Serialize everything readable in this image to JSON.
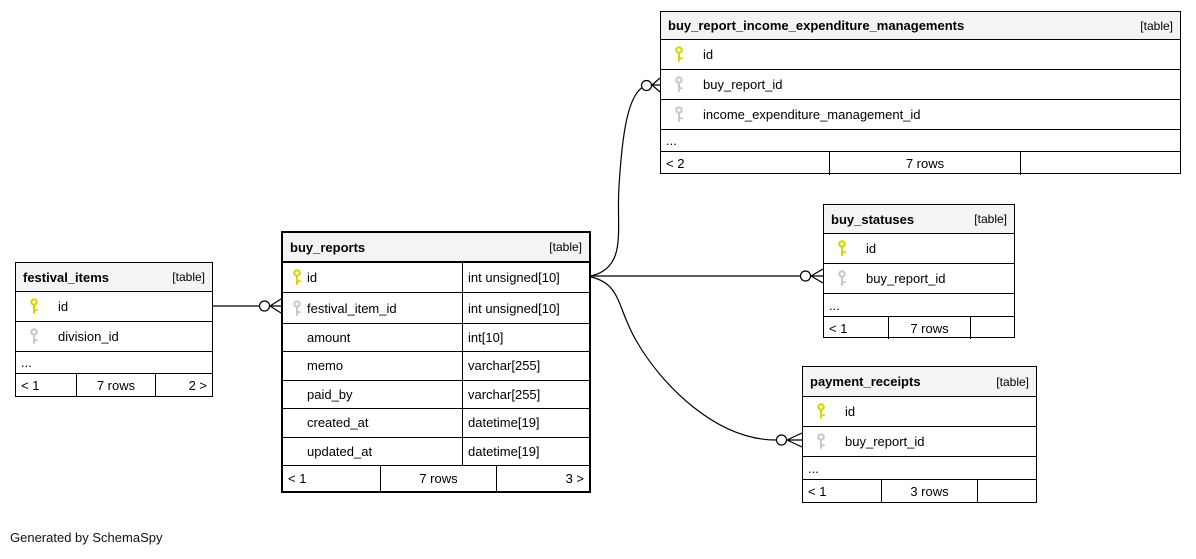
{
  "app": {
    "generator_note": "Generated by SchemaSpy"
  },
  "colors": {
    "primary_key": "#d6d600",
    "foreign_key": "#c9c9c9",
    "header_bg": "#f4f4f4",
    "border": "#000000",
    "background": "#ffffff"
  },
  "tables": [
    {
      "name": "buy_report_income_expenditure_managements",
      "tag": "[table]",
      "columns": [
        {
          "name": "id",
          "key": "primary"
        },
        {
          "name": "buy_report_id",
          "key": "foreign"
        },
        {
          "name": "income_expenditure_management_id",
          "key": "foreign"
        }
      ],
      "ellipsis": "...",
      "footer": {
        "left": "< 2",
        "center": "7 rows",
        "right": ""
      }
    },
    {
      "name": "buy_statuses",
      "tag": "[table]",
      "columns": [
        {
          "name": "id",
          "key": "primary"
        },
        {
          "name": "buy_report_id",
          "key": "foreign"
        }
      ],
      "ellipsis": "...",
      "footer": {
        "left": "< 1",
        "center": "7 rows",
        "right": ""
      }
    },
    {
      "name": "payment_receipts",
      "tag": "[table]",
      "columns": [
        {
          "name": "id",
          "key": "primary"
        },
        {
          "name": "buy_report_id",
          "key": "foreign"
        }
      ],
      "ellipsis": "...",
      "footer": {
        "left": "< 1",
        "center": "3 rows",
        "right": ""
      }
    },
    {
      "name": "buy_reports",
      "tag": "[table]",
      "columns": [
        {
          "name": "id",
          "key": "primary",
          "type": "int unsigned[10]"
        },
        {
          "name": "festival_item_id",
          "key": "foreign",
          "type": "int unsigned[10]"
        },
        {
          "name": "amount",
          "key": "none",
          "type": "int[10]"
        },
        {
          "name": "memo",
          "key": "none",
          "type": "varchar[255]"
        },
        {
          "name": "paid_by",
          "key": "none",
          "type": "varchar[255]"
        },
        {
          "name": "created_at",
          "key": "none",
          "type": "datetime[19]"
        },
        {
          "name": "updated_at",
          "key": "none",
          "type": "datetime[19]"
        }
      ],
      "footer": {
        "left": "< 1",
        "center": "7 rows",
        "right": "3 >"
      }
    },
    {
      "name": "festival_items",
      "tag": "[table]",
      "columns": [
        {
          "name": "id",
          "key": "primary"
        },
        {
          "name": "division_id",
          "key": "foreign"
        }
      ],
      "ellipsis": "...",
      "footer": {
        "left": "< 1",
        "center": "7 rows",
        "right": "2 >"
      }
    }
  ],
  "relationships": [
    {
      "from": "festival_items.id",
      "to": "buy_reports.festival_item_id"
    },
    {
      "from": "buy_reports.id",
      "to": "buy_report_income_expenditure_managements.buy_report_id"
    },
    {
      "from": "buy_reports.id",
      "to": "buy_statuses.buy_report_id"
    },
    {
      "from": "buy_reports.id",
      "to": "payment_receipts.buy_report_id"
    }
  ]
}
